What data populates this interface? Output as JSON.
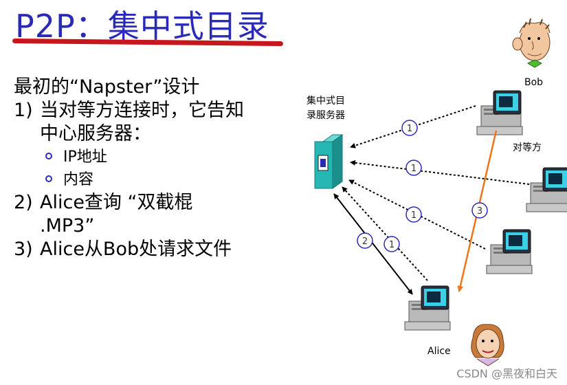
{
  "title": "P2P：集中式目录",
  "bullets": {
    "intro": "最初的“Napster”设计",
    "item1_num": "1)",
    "item1_line1": "当对等方连接时，它告知",
    "item1_line2": "中心服务器：",
    "sub1": "IP地址",
    "sub2": "内容",
    "item2_num": "2)",
    "item2_line1": "Alice查询 “双截棍",
    "item2_line2": ".MP3”",
    "item3_num": "3)",
    "item3_line1": "Alice从Bob处请求文件"
  },
  "diagram": {
    "server_label_line1": "集中式目",
    "server_label_line2": "录服务器",
    "bob_label": "Bob",
    "peers_label": "对等方",
    "alice_label": "Alice",
    "step_labels": [
      "1",
      "1",
      "1",
      "1",
      "2",
      "3"
    ]
  },
  "colors": {
    "title": "#2a2ab8",
    "underline": "#c8161d",
    "arrow_orange": "#f07318",
    "server": "#25b7b3"
  },
  "watermark": "CSDN @黑夜和白天"
}
